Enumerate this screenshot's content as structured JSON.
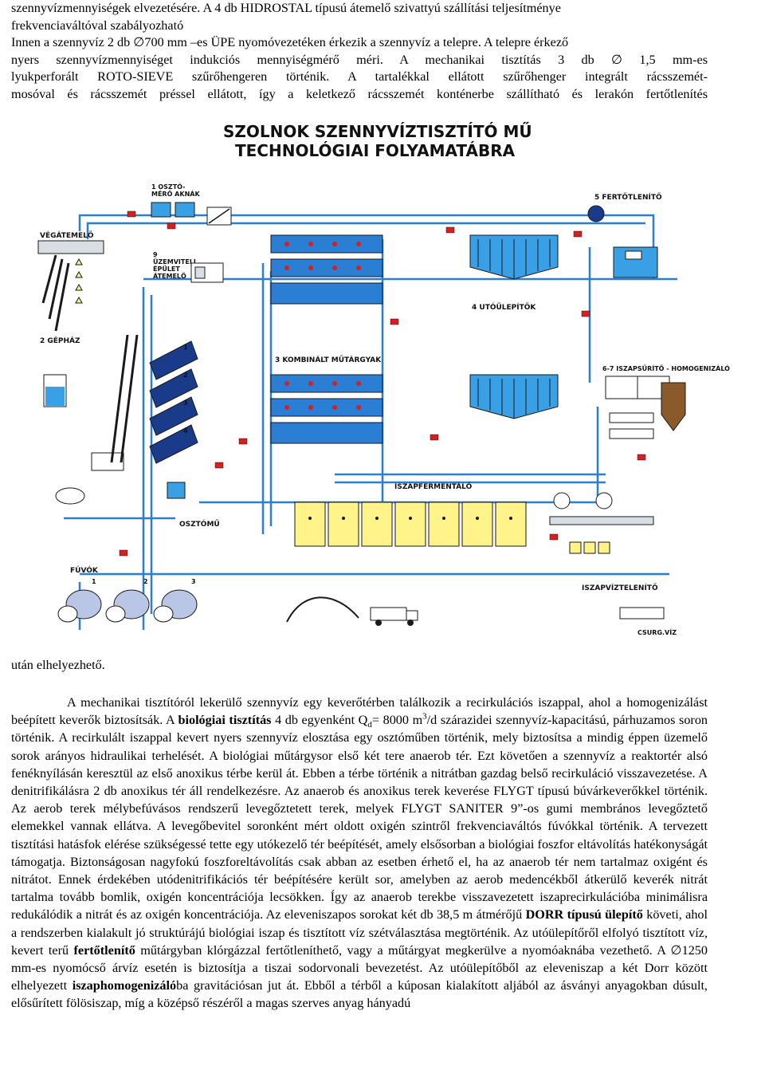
{
  "intro": {
    "line1": "szennyvízmennyiségek elvezetésére. A 4 db HIDROSTAL típusú átemelő szivattyú szállítási teljesítménye",
    "line2": "frekvenciaváltóval szabályozható",
    "line3": "Innen a szennyvíz 2 db ∅700 mm –es ÜPE nyomóvezetéken érkezik a szennyvíz a telepre. A telepre érkező",
    "line4": "nyers szennyvízmennyiséget indukciós mennyiségmérő méri. A mechanikai tisztítás 3 db ∅ 1,5 mm-es",
    "line5": "lyukperforált ROTO-SIEVE szűrőhengeren történik. A tartalékkal ellátott szűrőhenger integrált rácsszemét-",
    "line6": "mosóval és rácsszemét préssel ellátott, így a keletkező rácsszemét konténerbe szállítható és lerakón fertőtlenítés"
  },
  "diagram": {
    "title_line1": "SZOLNOK SZENNYVÍZTISZTÍTÓ MŰ",
    "title_line2": "TECHNOLÓGIAI FOLYAMATÁBRA",
    "labels": {
      "osztomero": "1 OSZTÓ-",
      "osztomero2": "MÉRŐ AKNÁK",
      "fertotlenito": "5 FERTŐTLENÍTŐ",
      "vegatemelo": "VÉGÁTEMELŐ",
      "uzemviteli1": "9",
      "uzemviteli2": "ÜZEMVITELI",
      "uzemviteli3": "ÉPÜLET",
      "uzemviteli4": "ÁTEMELŐ",
      "utoulepitok": "4 UTÓÜLEPÍTŐK",
      "gephaz": "2 GÉPHÁZ",
      "kombinalt": "3 KOMBINÁLT MŰTÁRGYAK",
      "iszapsurito": "6-7 ISZAPSŰRÍTŐ - HOMOGENIZÁLÓ",
      "iszapfermentalo": "ISZAPFERMENTÁLÓ",
      "osztomu": "OSZTÓMŰ",
      "fuvok": "FÚVÓK",
      "iszapviztelenito": "ISZAPVÍZTELENÍTŐ",
      "csurgviz": "CSURG.VÍZ",
      "n1": "1",
      "n2": "2",
      "n3": "3",
      "n4": "4"
    }
  },
  "after_figure": "után elhelyezhető.",
  "main": {
    "p1": "A mechanikai tisztítóról lekerülő szennyvíz egy keverőtérben találkozik a recirkulációs iszappal, ahol a homogenizálást beépített keverők biztosítsák.",
    "p1b_pre": " A ",
    "bio_bold": "biológiai tisztítás",
    "p1c": " 4 db egyenként Q",
    "sub_d": "d",
    "p1d": "= 8000 m",
    "sup_3": "3",
    "p1e": "/d szárazidei szennyvíz-kapacitású, párhuzamos soron történik. A recirkulált iszappal kevert nyers szennyvíz elosztása egy osztóműben történik, mely biztosítsa a mindig éppen üzemelő sorok arányos hidraulikai terhelését. A biológiai műtárgysor első két tere anaerob tér. Ezt követően a szennyvíz a reaktortér alsó fenéknyílásán keresztül az első anoxikus térbe kerül át. Ebben a térbe történik a nitrátban gazdag belső recirkuláció visszavezetése. A denitrifikálásra 2 db anoxikus tér áll rendelkezésre. Az anaerob és anoxikus terek keverése FLYGT típusú búvárkeverőkkel történik. Az aerob terek mélybefúvásos rendszerű levegőztetett terek, melyek FLYGT SANITER 9”-os gumi membrános levegőztető elemekkel vannak ellátva. A levegőbevitel soronként mért oldott oxigén szintről frekvenciaváltós fúvókkal történik. A tervezett tisztítási hatásfok elérése szükségessé tette egy utókezelő tér beépítését, amely elsősorban a biológiai foszfor eltávolítás hatékonyságát támogatja. Biztonságosan nagyfokú foszforeltávolítás csak abban az esetben érhető el, ha az anaerob tér nem tartalmaz oxigént és nitrátot. Ennek érdekében utódenitrifikációs tér beépítésére került sor, amelyben az aerob medencékből átkerülő keverék nitrát tartalma tovább bomlik, oxigén koncentrációja lecsökken. Így az anaerob terekbe visszavezetett iszaprecirkulációba minimálisra redukálódik a nitrát és az oxigén koncentrációja. Az eleveniszapos sorokat két db 38,5 m átmérőjű ",
    "dorr_bold": "DORR típusú ülepítő",
    "p1f": " követi, ahol a rendszerben kialakult jó struktúrájú biológiai iszap és tisztított víz szétválasztása megtörténik. Az utóülepítőről elfolyó tisztított víz, kevert terű ",
    "fert_bold": "fertőtlenítő",
    "p1g": " műtárgyban klórgázzal fertőtleníthető, vagy a műtárgyat megkerülve a nyomóaknába vezethető. A ∅1250 mm-es nyomócső árvíz esetén is biztosítja a tiszai sodorvonali bevezetést. Az utóülepítőből az eleveniszap a két Dorr között elhelyezett ",
    "iszaphom_bold": "iszaphomogenizáló",
    "p1h": "ba gravitációsan jut át. Ebből a térből a kúposan kialakított aljából az ásványi anyagokban dúsult, elősűrített fölösiszap, míg a középső részéről a magas szerves anyag hányadú"
  },
  "colors": {
    "pipe_blue": "#2a7fd4",
    "water_blue": "#3aa0e6",
    "tank_gray": "#d9dde4",
    "yellow": "#fff38a",
    "brown": "#8a5a2b",
    "red": "#d81e1e",
    "dark": "#1a1a1a"
  }
}
